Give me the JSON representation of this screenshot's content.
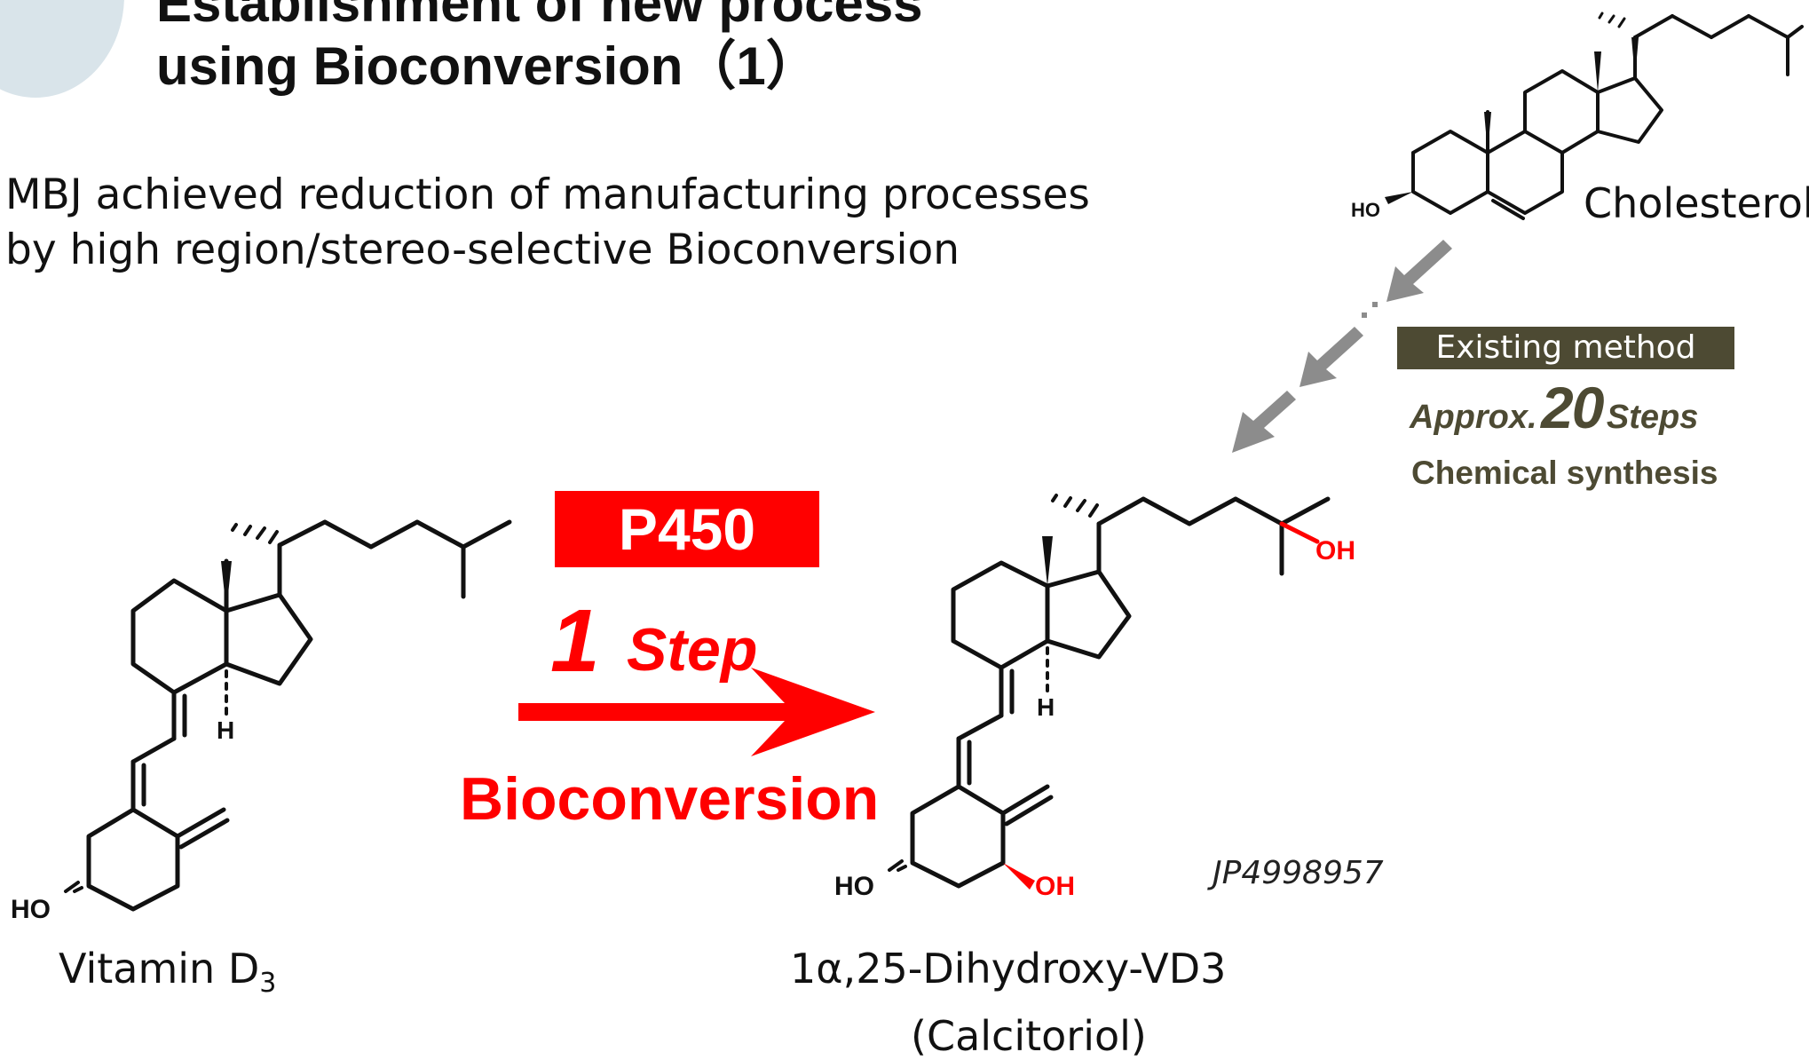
{
  "title": {
    "line1": "Establishment of new process",
    "line2": "using Bioconversion（1）"
  },
  "intro": {
    "line1": "MBJ achieved reduction of manufacturing processes",
    "line2": "by high region/stereo-selective Bioconversion"
  },
  "reaction": {
    "enzyme": "P450",
    "step_count": "1",
    "step_word": "Step",
    "method": "Bioconversion"
  },
  "existing": {
    "label": "Existing method",
    "approx_prefix": "Approx.",
    "approx_count": "20",
    "approx_suffix": "Steps",
    "description": "Chemical synthesis"
  },
  "molecules": {
    "start_name": "Vitamin D",
    "start_subscript": "3",
    "product_name_line1": "1α,25-Dihydroxy-VD3",
    "product_name_line2": "(Calcitoriol)",
    "reference_name": "Cholesterol"
  },
  "patent": "JP4998957",
  "atoms": {
    "ho": "HO",
    "oh": "OH",
    "h": "H"
  },
  "colors": {
    "accent_red": "#ff0000",
    "olive": "#4d4a33",
    "arrow_gray": "#8c8c8c",
    "badge": "#d9e4ea"
  }
}
